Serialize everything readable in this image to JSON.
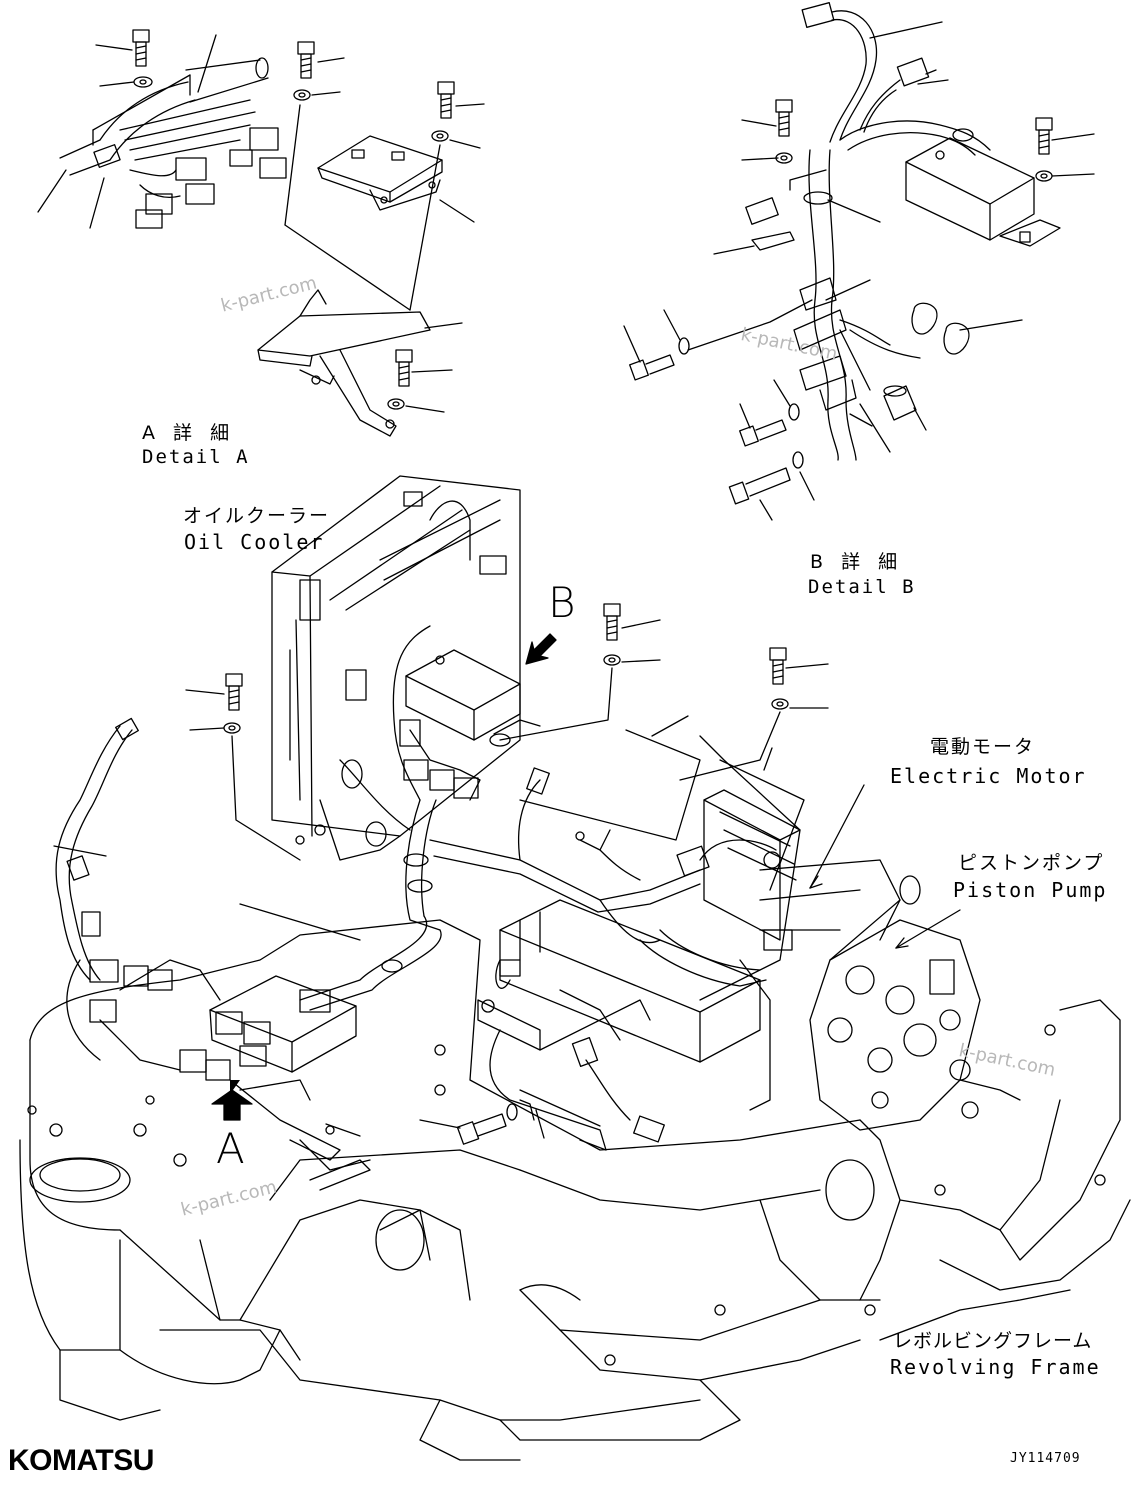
{
  "detail_a": {
    "title_jp": "A 詳 細",
    "title_en": "Detail A"
  },
  "detail_b": {
    "title_jp": "B 詳 細",
    "title_en": "Detail B"
  },
  "labels": {
    "oil_cooler_jp": "オイルクーラー",
    "oil_cooler_en": "Oil Cooler",
    "electric_motor_jp": "電動モータ",
    "electric_motor_en": "Electric Motor",
    "piston_pump_jp": "ピストンポンプ",
    "piston_pump_en": "Piston Pump",
    "revolving_frame_jp": "レボルビングフレーム",
    "revolving_frame_en": "Revolving Frame"
  },
  "view_markers": {
    "a": "A",
    "b": "B"
  },
  "watermark": "k-part.com",
  "brand": "KOMATSU",
  "drawing_code": "JY114709",
  "colors": {
    "line": "#000000",
    "watermark": "#b8b8b8",
    "background": "#ffffff"
  }
}
